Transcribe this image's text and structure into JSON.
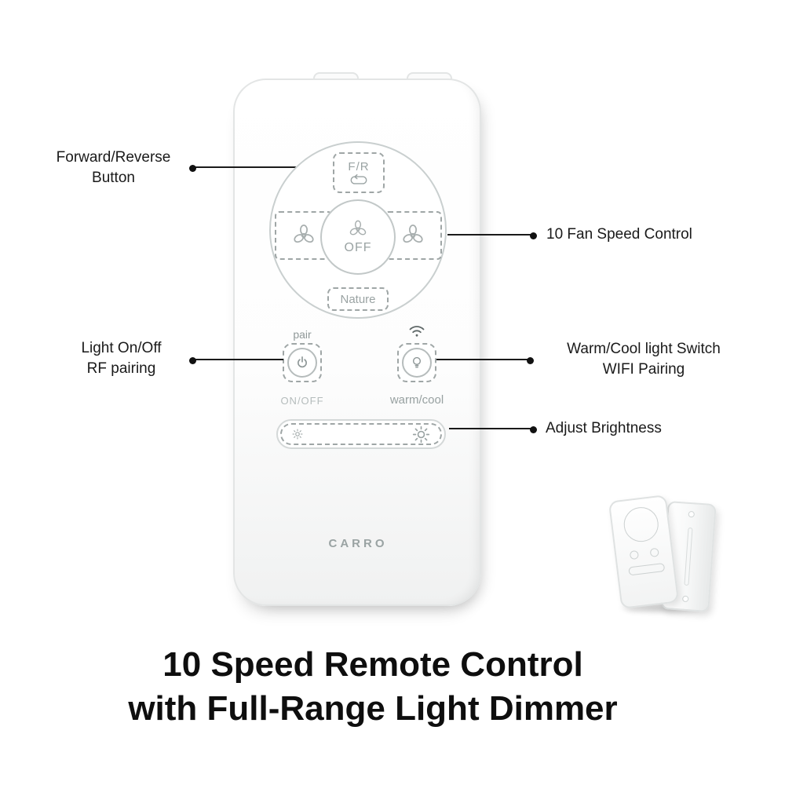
{
  "colors": {
    "callout_text": "#1a1a1a",
    "callout_line": "#1a1a1a",
    "remote_outline": "#e3e5e5",
    "control_outline": "#c2c8c8",
    "dashed_outline": "#9fa6a6",
    "remote_text": "#9aa3a3",
    "title_text": "#0e0e0e"
  },
  "callouts": {
    "forward_reverse": {
      "label": "Forward/Reverse\nButton"
    },
    "fan_speed": {
      "label": "10 Fan Speed Control"
    },
    "light_pairing": {
      "label": "Light On/Off\nRF pairing"
    },
    "warm_cool": {
      "label": "Warm/Cool light Switch\nWIFI Pairing"
    },
    "brightness": {
      "label": "Adjust Brightness"
    }
  },
  "remote": {
    "fr_button": "F/R",
    "off_button": "OFF",
    "nature_button": "Nature",
    "pair_label": "pair",
    "onoff_label": "ON/OFF",
    "warmcool_label": "warm/cool",
    "brand": "CARRO"
  },
  "icons": {
    "fan": "three-blade-fan",
    "power": "power-symbol",
    "bulb": "light-bulb",
    "wifi": "wifi-arcs",
    "reverse_loop": "loop-arrow",
    "brightness_low": "small-sun",
    "brightness_high": "large-sun"
  },
  "title": {
    "line1": "10 Speed Remote Control",
    "line2": "with Full-Range Light Dimmer"
  }
}
